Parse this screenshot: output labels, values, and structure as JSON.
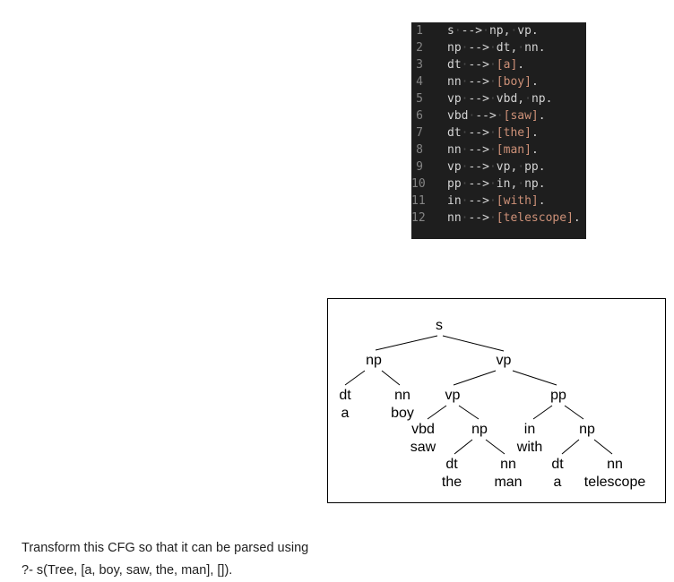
{
  "code": {
    "lines": [
      {
        "n": "1",
        "tokens": [
          [
            "ident",
            "s"
          ],
          [
            "ws",
            "·"
          ],
          [
            "op",
            "-->"
          ],
          [
            "ws",
            "·"
          ],
          [
            "ident",
            "np,"
          ],
          [
            "ws",
            "·"
          ],
          [
            "ident",
            "vp."
          ]
        ]
      },
      {
        "n": "2",
        "tokens": [
          [
            "ident",
            "np"
          ],
          [
            "ws",
            "·"
          ],
          [
            "op",
            "-->"
          ],
          [
            "ws",
            "·"
          ],
          [
            "ident",
            "dt,"
          ],
          [
            "ws",
            "·"
          ],
          [
            "ident",
            "nn."
          ]
        ]
      },
      {
        "n": "3",
        "tokens": [
          [
            "ident",
            "dt"
          ],
          [
            "ws",
            "·"
          ],
          [
            "op",
            "-->"
          ],
          [
            "ws",
            "·"
          ],
          [
            "list",
            "[a]"
          ],
          [
            "ident",
            "."
          ]
        ]
      },
      {
        "n": "4",
        "tokens": [
          [
            "ident",
            "nn"
          ],
          [
            "ws",
            "·"
          ],
          [
            "op",
            "-->"
          ],
          [
            "ws",
            "·"
          ],
          [
            "list",
            "[boy]"
          ],
          [
            "ident",
            "."
          ]
        ]
      },
      {
        "n": "5",
        "tokens": [
          [
            "ident",
            "vp"
          ],
          [
            "ws",
            "·"
          ],
          [
            "op",
            "-->"
          ],
          [
            "ws",
            "·"
          ],
          [
            "ident",
            "vbd,"
          ],
          [
            "ws",
            "·"
          ],
          [
            "ident",
            "np."
          ]
        ]
      },
      {
        "n": "6",
        "tokens": [
          [
            "ident",
            "vbd"
          ],
          [
            "ws",
            "·"
          ],
          [
            "op",
            "-->"
          ],
          [
            "ws",
            "·"
          ],
          [
            "list",
            "[saw]"
          ],
          [
            "ident",
            "."
          ]
        ]
      },
      {
        "n": "7",
        "tokens": [
          [
            "ident",
            "dt"
          ],
          [
            "ws",
            "·"
          ],
          [
            "op",
            "-->"
          ],
          [
            "ws",
            "·"
          ],
          [
            "list",
            "[the]"
          ],
          [
            "ident",
            "."
          ]
        ]
      },
      {
        "n": "8",
        "tokens": [
          [
            "ident",
            "nn"
          ],
          [
            "ws",
            "·"
          ],
          [
            "op",
            "-->"
          ],
          [
            "ws",
            "·"
          ],
          [
            "list",
            "[man]"
          ],
          [
            "ident",
            "."
          ]
        ]
      },
      {
        "n": "9",
        "tokens": [
          [
            "ident",
            "vp"
          ],
          [
            "ws",
            "·"
          ],
          [
            "op",
            "-->"
          ],
          [
            "ws",
            "·"
          ],
          [
            "ident",
            "vp,"
          ],
          [
            "ws",
            "·"
          ],
          [
            "ident",
            "pp."
          ]
        ]
      },
      {
        "n": "10",
        "tokens": [
          [
            "ident",
            "pp"
          ],
          [
            "ws",
            "·"
          ],
          [
            "op",
            "-->"
          ],
          [
            "ws",
            "·"
          ],
          [
            "ident",
            "in,"
          ],
          [
            "ws",
            "·"
          ],
          [
            "ident",
            "np."
          ]
        ]
      },
      {
        "n": "11",
        "tokens": [
          [
            "ident",
            "in"
          ],
          [
            "ws",
            "·"
          ],
          [
            "op",
            "-->"
          ],
          [
            "ws",
            "·"
          ],
          [
            "list",
            "[with]"
          ],
          [
            "ident",
            "."
          ]
        ]
      },
      {
        "n": "12",
        "tokens": [
          [
            "ident",
            "nn"
          ],
          [
            "ws",
            "·"
          ],
          [
            "op",
            "-->"
          ],
          [
            "ws",
            "·"
          ],
          [
            "list",
            "[telescope]"
          ],
          [
            "ident",
            "."
          ]
        ]
      }
    ],
    "colors": {
      "background": "#1e1e1e",
      "line_number": "#858585",
      "text": "#d4d4d4",
      "list": "#ce9178"
    }
  },
  "tree": {
    "nodes": [
      {
        "id": "s",
        "label": "s"
      },
      {
        "id": "np1",
        "label": "np"
      },
      {
        "id": "vp1",
        "label": "vp"
      },
      {
        "id": "dt1",
        "label": "dt"
      },
      {
        "id": "a1",
        "label": "a"
      },
      {
        "id": "nn1",
        "label": "nn"
      },
      {
        "id": "boy",
        "label": "boy"
      },
      {
        "id": "vp2",
        "label": "vp"
      },
      {
        "id": "pp",
        "label": "pp"
      },
      {
        "id": "vbd",
        "label": "vbd"
      },
      {
        "id": "saw",
        "label": "saw"
      },
      {
        "id": "np2",
        "label": "np"
      },
      {
        "id": "in",
        "label": "in"
      },
      {
        "id": "with",
        "label": "with"
      },
      {
        "id": "np3",
        "label": "np"
      },
      {
        "id": "dt2",
        "label": "dt"
      },
      {
        "id": "the",
        "label": "the"
      },
      {
        "id": "nn2",
        "label": "nn"
      },
      {
        "id": "man",
        "label": "man"
      },
      {
        "id": "dt3",
        "label": "dt"
      },
      {
        "id": "a2",
        "label": "a"
      },
      {
        "id": "nn3",
        "label": "nn"
      },
      {
        "id": "telescope",
        "label": "telescope"
      }
    ],
    "edges": [
      [
        "s",
        "np1"
      ],
      [
        "s",
        "vp1"
      ],
      [
        "np1",
        "dt1"
      ],
      [
        "np1",
        "nn1"
      ],
      [
        "vp1",
        "vp2"
      ],
      [
        "vp1",
        "pp"
      ],
      [
        "vp2",
        "vbd"
      ],
      [
        "vp2",
        "np2"
      ],
      [
        "np2",
        "dt2"
      ],
      [
        "np2",
        "nn2"
      ],
      [
        "pp",
        "in"
      ],
      [
        "pp",
        "np3"
      ],
      [
        "np3",
        "dt3"
      ],
      [
        "np3",
        "nn3"
      ]
    ]
  },
  "question": {
    "line1": "Transform this CFG so that it can be parsed using",
    "line2": "?- s(Tree, [a, boy, saw, the, man], [])."
  }
}
